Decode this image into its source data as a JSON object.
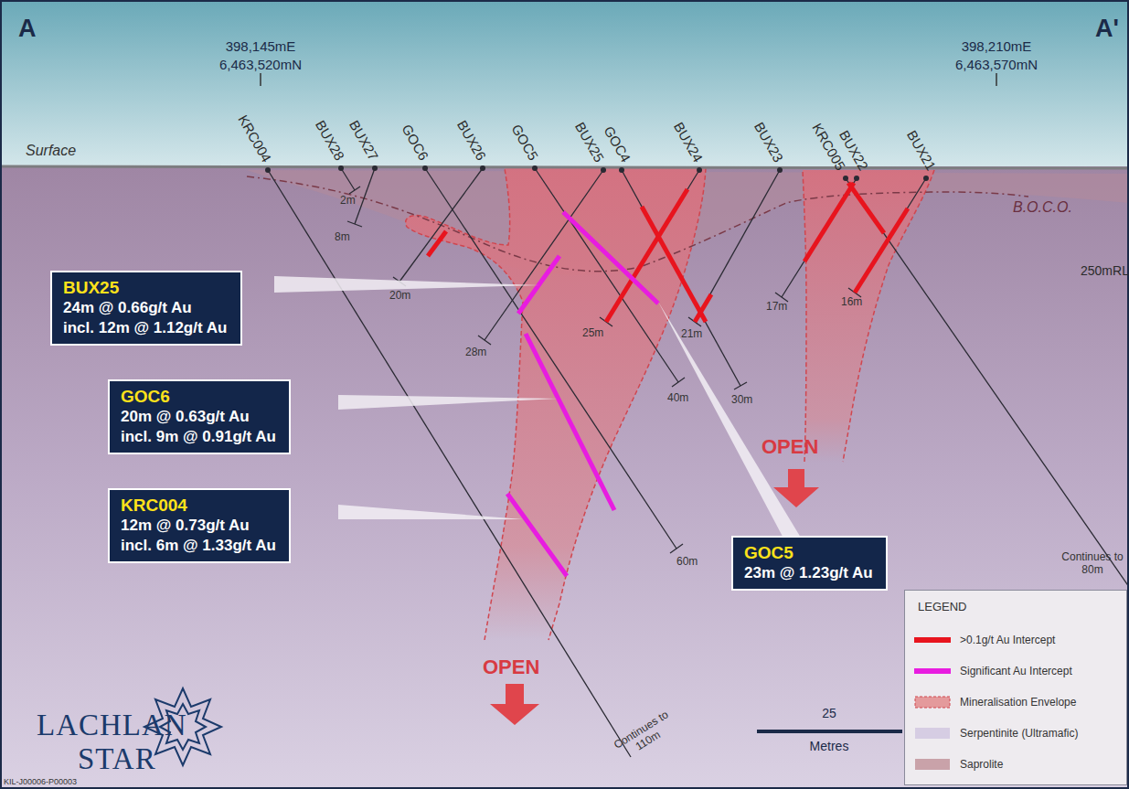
{
  "diagram": {
    "nodes": [
      {
        "text": [
          "BUX25",
          "24m @ 0.66g/t Au",
          "incl. 12m @ 1.12g/t Au"
        ]
      },
      {
        "text": [
          "GOC6",
          "20m @ 0.63g/t Au",
          "incl. 9m @ 0.91g/t Au"
        ]
      },
      {
        "text": [
          "KRC004",
          "12m @ 0.73g/t Au",
          "incl. 6m @ 1.33g/t Au"
        ]
      },
      {
        "text": [
          "GOC5",
          "23m @ 1.23g/t Au"
        ]
      }
    ],
    "labels": [
      "A",
      "A'",
      "398,145mE",
      "6,463,520mN",
      "398,210mE",
      "6,463,570mN",
      "Surface",
      "KRC004",
      "BUX28",
      "BUX27",
      "GOC6",
      "BUX26",
      "GOC5",
      "BUX25",
      "GOC4",
      "BUX24",
      "BUX23",
      "KRC005",
      "BUX22",
      "BUX21",
      "B.O.C.O.",
      "2m",
      "8m",
      "20m",
      "28m",
      "25m",
      "21m",
      "30m",
      "40m",
      "60m",
      "17m",
      "16m",
      "250mRL",
      "OPEN",
      "OPEN",
      "Continues to 80m",
      "Continues to 110m",
      "25",
      "Metres",
      "LACHLAN",
      "STAR",
      "KIL-J00006-P00003",
      "LEGEND"
    ],
    "legend": [
      {
        "text": ">0.1g/t Au Intercept",
        "color": "#e8141e"
      },
      {
        "text": "Significant Au Intercept",
        "color": "#e81ce0"
      },
      {
        "text": "Mineralisation Envelope",
        "color": "#e49a9c"
      },
      {
        "text": "Serpentinite (Ultramafic)",
        "color": "#d6cde3"
      },
      {
        "text": "Saprolite",
        "color": "#c9a2a9"
      }
    ]
  }
}
